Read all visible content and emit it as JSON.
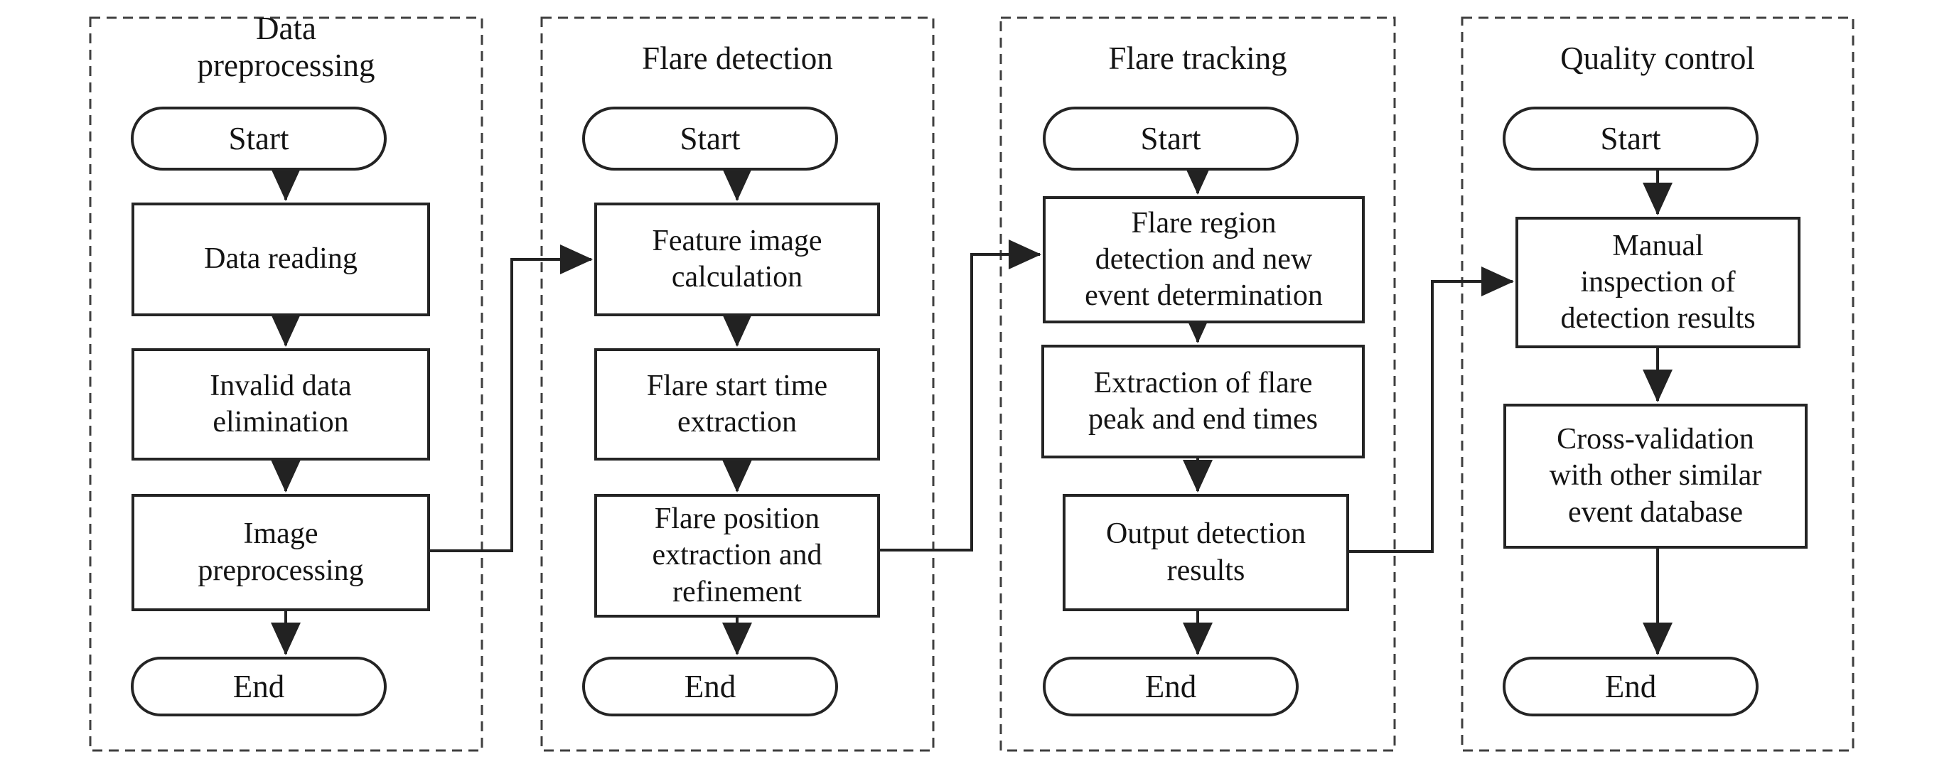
{
  "diagram": {
    "type": "flowchart",
    "background_color": "#ffffff",
    "line_color": "#2b2b2b",
    "dashed_border_color": "#3f3f3f",
    "columns": [
      {
        "title": "Data\npreprocessing",
        "nodes": [
          {
            "type": "start",
            "label": "Start"
          },
          {
            "type": "process",
            "label": "Data reading"
          },
          {
            "type": "process",
            "label": "Invalid data\nelimination"
          },
          {
            "type": "process",
            "label": "Image\npreprocessing"
          },
          {
            "type": "end",
            "label": "End"
          }
        ]
      },
      {
        "title": "Flare detection",
        "nodes": [
          {
            "type": "start",
            "label": "Start"
          },
          {
            "type": "process",
            "label": "Feature image\ncalculation"
          },
          {
            "type": "process",
            "label": "Flare start time\nextraction"
          },
          {
            "type": "process",
            "label": "Flare position\nextraction and\nrefinement"
          },
          {
            "type": "end",
            "label": "End"
          }
        ]
      },
      {
        "title": "Flare tracking",
        "nodes": [
          {
            "type": "start",
            "label": "Start"
          },
          {
            "type": "process",
            "label": "Flare region\ndetection and new\nevent determination"
          },
          {
            "type": "process",
            "label": "Extraction of flare\npeak and end times"
          },
          {
            "type": "process",
            "label": "Output detection\nresults"
          },
          {
            "type": "end",
            "label": "End"
          }
        ]
      },
      {
        "title": "Quality control",
        "nodes": [
          {
            "type": "start",
            "label": "Start"
          },
          {
            "type": "process",
            "label": "Manual\ninspection of\ndetection results"
          },
          {
            "type": "process",
            "label": "Cross-validation\nwith other similar\nevent database"
          },
          {
            "type": "end",
            "label": "End"
          }
        ]
      }
    ],
    "cross_links": [
      {
        "from": "Image preprocessing",
        "to": "Feature image calculation"
      },
      {
        "from": "Flare position extraction and refinement",
        "to": "Flare region detection and new event determination"
      },
      {
        "from": "Output detection results",
        "to": "Manual inspection of detection results"
      }
    ]
  }
}
